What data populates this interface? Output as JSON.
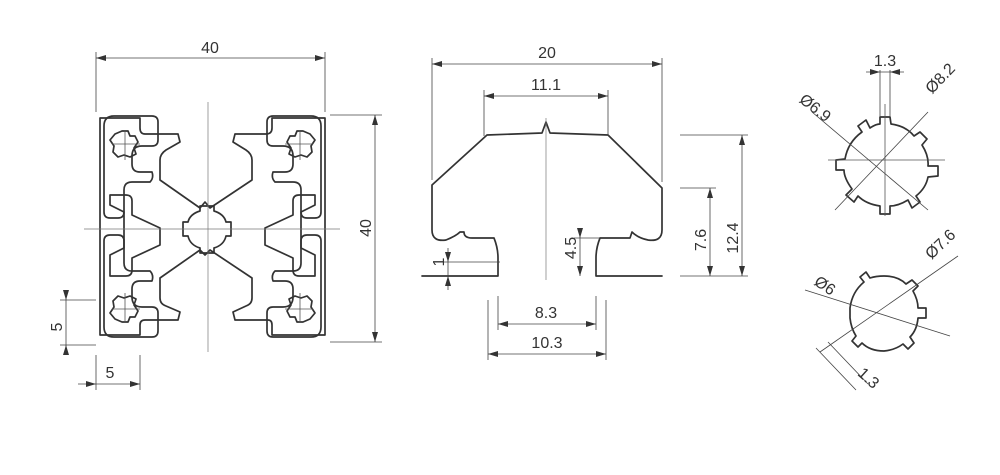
{
  "front_view": {
    "width": "40",
    "height": "40",
    "slot_pitch_vertical": "5",
    "slot_pitch_horizontal": "5"
  },
  "slot_profile": {
    "outer_width": "20",
    "groove_width": "11.1",
    "wall_thickness": "1",
    "slot_depth_small": "4.5",
    "slot_depth_mid": "7.6",
    "slot_depth_total": "12.4",
    "opening_inner": "8.3",
    "opening_outer": "10.3"
  },
  "hole_large": {
    "key_width": "1.3",
    "outer_diameter": "Ø8.2",
    "inner_diameter": "Ø6.9"
  },
  "hole_small": {
    "outer_diameter": "Ø7.6",
    "inner_diameter": "Ø6",
    "key_width": "1.3"
  }
}
